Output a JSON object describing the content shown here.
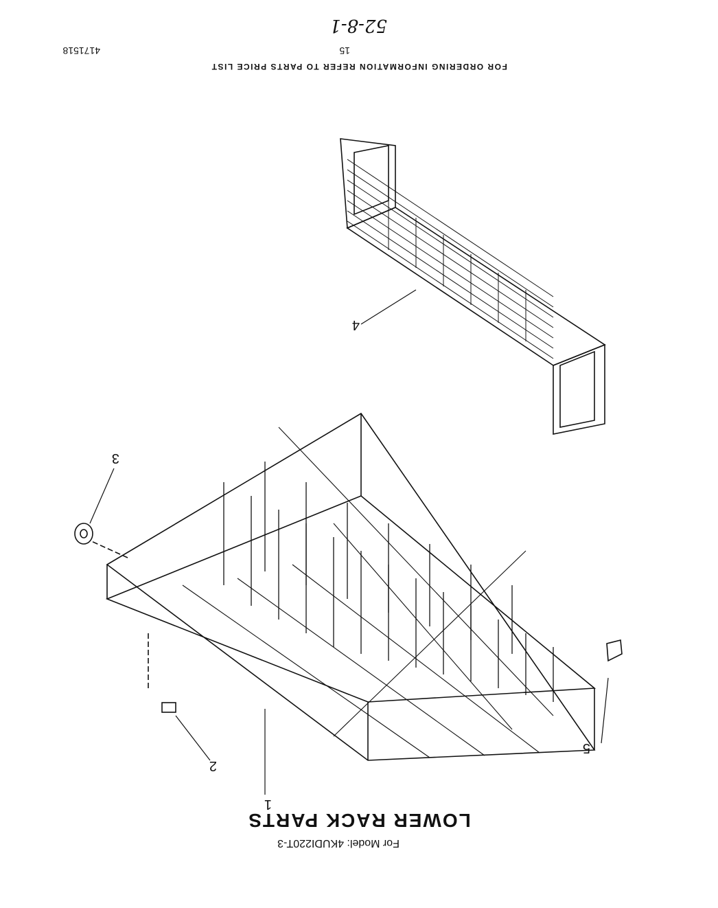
{
  "header": {
    "title": "LOWER RACK PARTS",
    "model_line": "For Model: 4KUDI220T-3"
  },
  "footer": {
    "ordering_note": "FOR ORDERING INFORMATION REFER TO PARTS PRICE LIST",
    "page_number": "15",
    "document_number": "4171518",
    "handwritten_note": "52-8-1"
  },
  "callouts": [
    "1",
    "2",
    "3",
    "4",
    "5"
  ],
  "style": {
    "ink": "#111111",
    "paper": "#ffffff"
  }
}
